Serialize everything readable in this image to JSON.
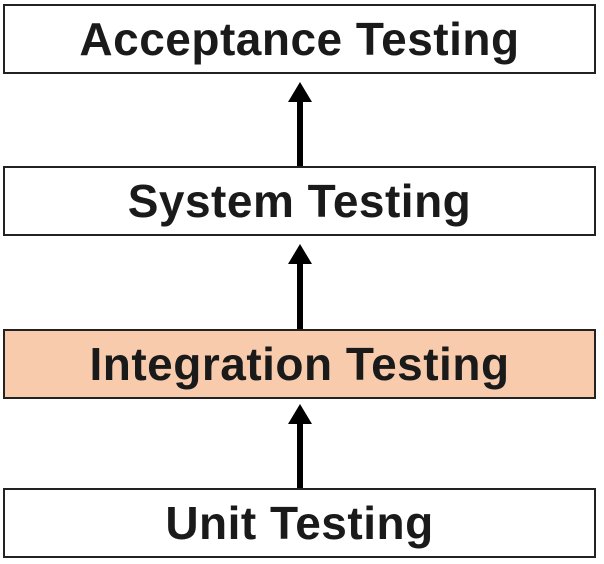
{
  "diagram": {
    "levels": [
      {
        "label": "Acceptance Testing",
        "highlighted": false
      },
      {
        "label": "System Testing",
        "highlighted": false
      },
      {
        "label": "Integration Testing",
        "highlighted": true
      },
      {
        "label": "Unit Testing",
        "highlighted": false
      }
    ],
    "colors": {
      "highlight_fill": "#F8CBAD",
      "default_fill": "#FFFFFF",
      "border": "#222222",
      "arrow": "#000000"
    }
  }
}
